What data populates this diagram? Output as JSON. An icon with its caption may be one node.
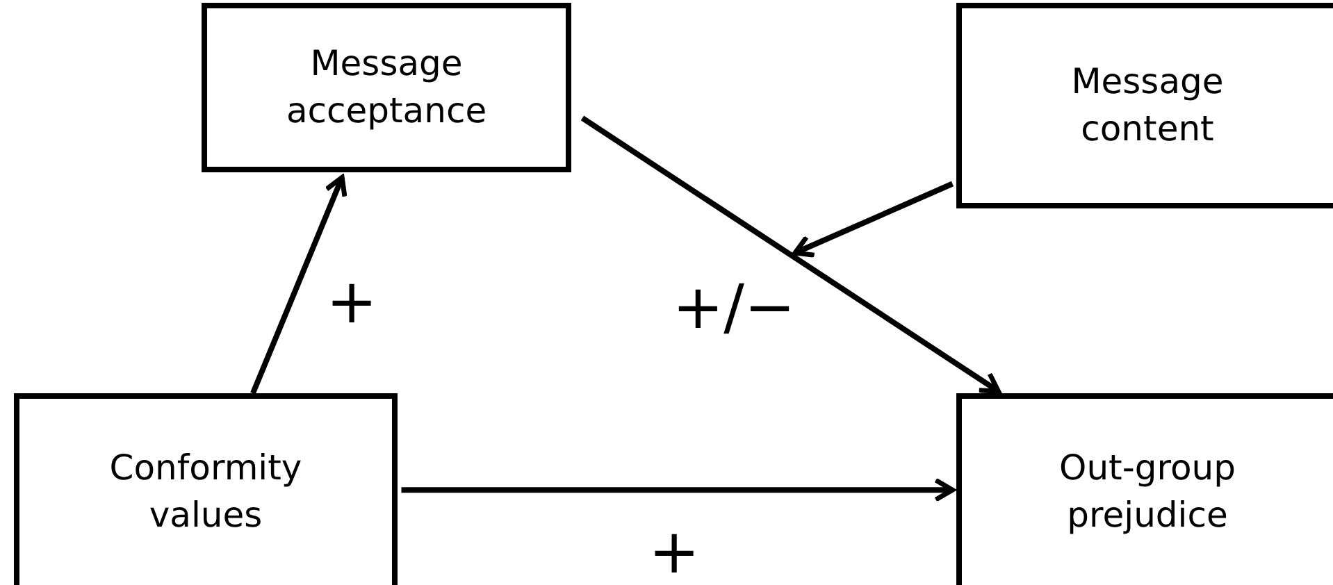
{
  "diagram": {
    "nodes": [
      {
        "text": [
          "Message acceptance"
        ]
      },
      {
        "text": [
          "Message content"
        ]
      },
      {
        "text": [
          "Conformity values"
        ]
      },
      {
        "text": [
          "Out-group prejudice"
        ]
      }
    ],
    "edges": [
      {
        "from": 2,
        "to": 0,
        "arrow": "to",
        "label": "+"
      },
      {
        "from": 0,
        "to": 3,
        "arrow": "to"
      },
      {
        "from": 1,
        "to": null,
        "arrow": "to",
        "label": "+/−"
      },
      {
        "from": 2,
        "to": 3,
        "arrow": "to",
        "label": "+"
      }
    ]
  }
}
